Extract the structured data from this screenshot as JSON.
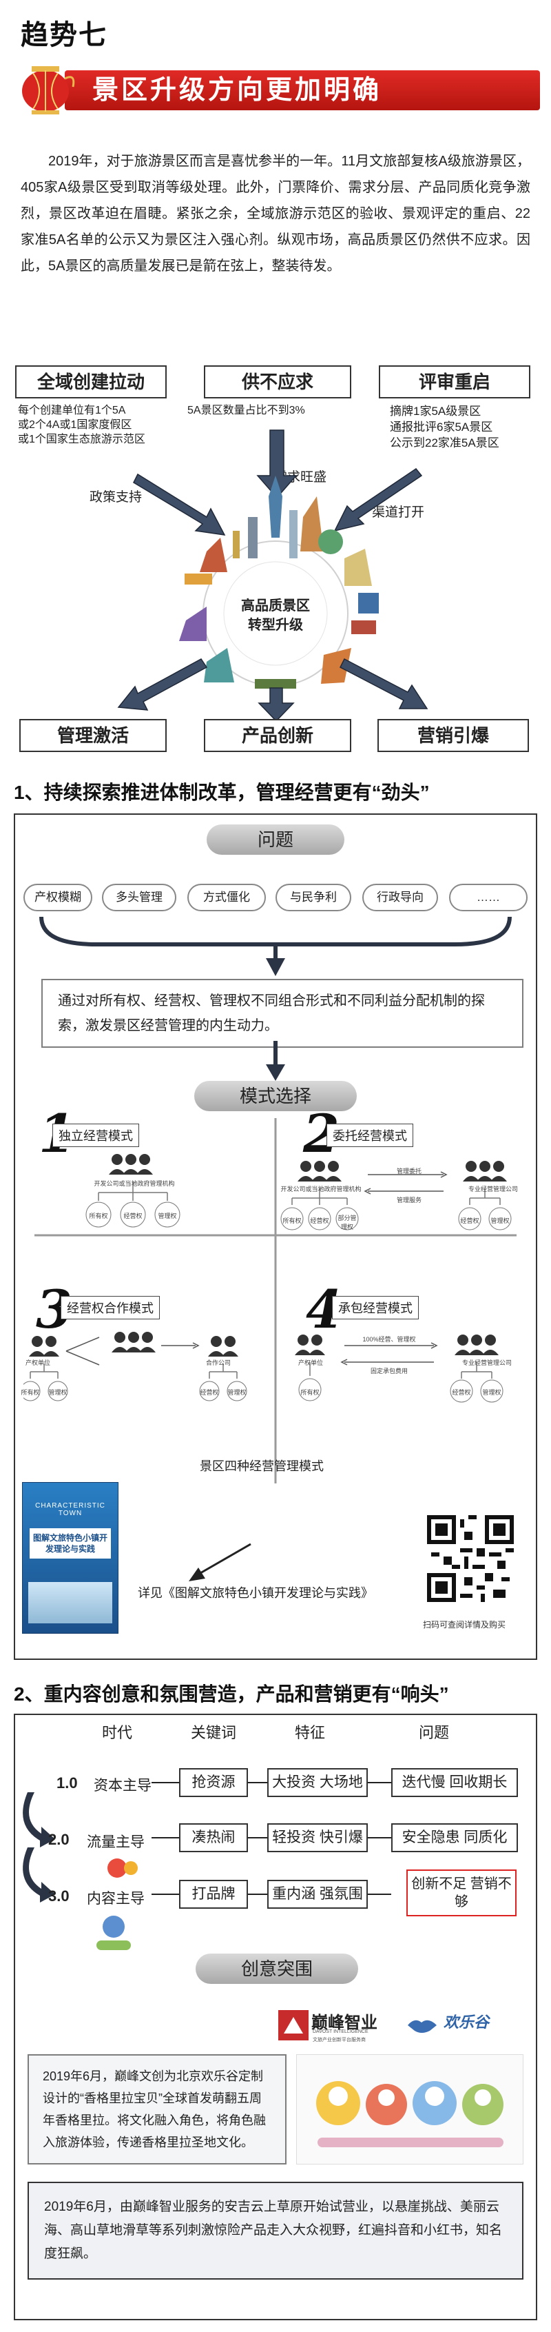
{
  "header": {
    "trend": "趋势七",
    "banner": "景区升级方向更加明确"
  },
  "intro": "2019年，对于旅游景区而言是喜忧参半的一年。11月文旅部复核A级旅游景区，405家A级景区受到取消等级处理。此外，门票降价、需求分层、产品同质化竞争激烈，景区改革迫在眉睫。紧张之余，全域旅游示范区的验收、景观评定的重启、22家准5A名单的公示又为景区注入强心剂。纵观市场，高品质景区仍然供不应求。因此，5A景区的高质量发展已是箭在弦上，整装待发。",
  "drivers": {
    "top": [
      {
        "title": "全域创建拉动",
        "lines": [
          "每个创建单位有1个5A",
          "或2个4A或1国家度假区",
          "或1个国家生态旅游示范区"
        ]
      },
      {
        "title": "供不应求",
        "lines": [
          "5A景区数量占比不到3%"
        ]
      },
      {
        "title": "评审重启",
        "lines": [
          "摘牌1家5A级景区",
          "通报批评6家5A景区",
          "公示到22家准5A景区"
        ]
      }
    ],
    "labels": {
      "policy": "政策支持",
      "demand": "需求旺盛",
      "channel": "渠道打开"
    },
    "center": [
      "高品质景区",
      "转型升级"
    ],
    "bottom": [
      "管理激活",
      "产品创新",
      "营销引爆"
    ]
  },
  "section1": {
    "heading": "1、持续探索推进体制改革，管理经营更有“劲头”",
    "problem_title": "问题",
    "problems": [
      "产权模糊",
      "多头管理",
      "方式僵化",
      "与民争利",
      "行政导向",
      "……"
    ],
    "description": "通过对所有权、经营权、管理权不同组合形式和不同利益分配机制的探索，激发景区经营管理的内生动力。",
    "mode_title": "模式选择",
    "modes": [
      {
        "num": "1",
        "label": "独立经营模式",
        "sub": [
          "所有权",
          "经营权",
          "管理权"
        ],
        "top": "开发公司或当地政府管理机构"
      },
      {
        "num": "2",
        "label": "委托经营模式",
        "sub": [
          "所有权",
          "经营权",
          "部分管理权"
        ],
        "top": "开发公司或当地政府管理机构",
        "right": "专业经营管理公司",
        "right_sub": [
          "经营权",
          "管理权"
        ],
        "arrow1": "管理委托",
        "arrow2": "管理服务"
      },
      {
        "num": "3",
        "label": "经营权合作模式",
        "sub": [
          "所有权",
          "管理权"
        ],
        "left": "产权单位",
        "right": "合作公司",
        "right_sub": [
          "经营权",
          "管理权"
        ]
      },
      {
        "num": "4",
        "label": "承包经营模式",
        "sub": [
          "所有权"
        ],
        "left": "产权单位",
        "right": "专业经营管理公司",
        "right_sub": [
          "经营权",
          "管理权"
        ],
        "arrow1": "100%经营、管理权",
        "arrow2": "固定承包费用"
      }
    ],
    "modes_caption": "景区四种经营管理模式",
    "book": {
      "title_en": "CHARACTERISTIC TOWN",
      "title_cn": "图解文旅特色小镇开发理论与实践"
    },
    "see_more": "详见《图解文旅特色小镇开发理论与实践》",
    "qr_caption": "扫码可查阅详情及购买"
  },
  "section2": {
    "heading": "2、重内容创意和氛围营造，产品和营销更有“响头”",
    "columns": [
      "时代",
      "关键词",
      "特征",
      "问题"
    ],
    "rows": [
      {
        "era": "1.0",
        "name": "资本主导",
        "keyword": "抢资源",
        "feature": "大投资 大场地",
        "problem": "迭代慢 回收期长"
      },
      {
        "era": "2.0",
        "name": "流量主导",
        "keyword": "凑热闹",
        "feature": "轻投资 快引爆",
        "problem": "安全隐患 同质化"
      },
      {
        "era": "3.0",
        "name": "内容主导",
        "keyword": "打品牌",
        "feature": "重内涵 强氛围",
        "problem": "创新不足 营销不够"
      }
    ],
    "breakthrough": "创意突围",
    "logo": {
      "cn": "巅峰智业",
      "en": "DAVOST INTELLIGENCE",
      "sub": "文旅产业创新平台服务商",
      "partner": "欢乐谷"
    },
    "case1": "2019年6月，巅峰文创为北京欢乐谷定制设计的“香格里拉宝贝”全球首发萌翻五周年香格里拉。将文化融入角色，将角色融入旅游体验，传递香格里拉圣地文化。",
    "case2": "2019年6月，由巅峰智业服务的安吉云上草原开始试营业，以悬崖挑战、美丽云海、高山草地滑草等系列刺激惊险产品走入大众视野，红遍抖音和小红书，知名度狂飙。"
  },
  "colors": {
    "red": "#d9251f",
    "dark": "#222222",
    "gray": "#a8a8a8"
  }
}
